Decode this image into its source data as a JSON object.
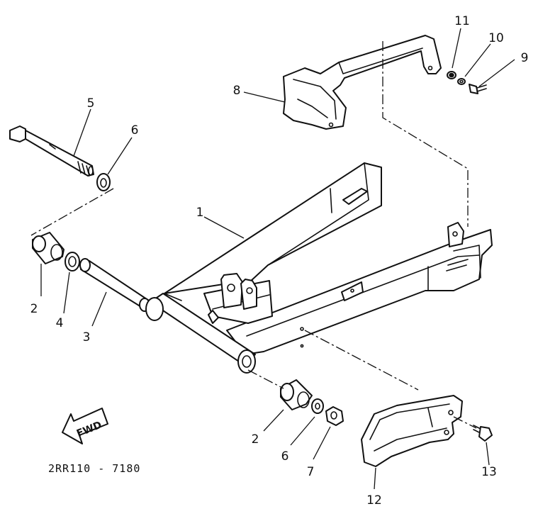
{
  "diagram_code": "2RR110 - 7180",
  "fwd_label": "FWD",
  "callouts": {
    "c1": "1",
    "c2a": "2",
    "c2b": "2",
    "c3": "3",
    "c4": "4",
    "c5": "5",
    "c6a": "6",
    "c6b": "6",
    "c7": "7",
    "c8": "8",
    "c9": "9",
    "c10": "10",
    "c11": "11",
    "c12": "12",
    "c13": "13"
  }
}
